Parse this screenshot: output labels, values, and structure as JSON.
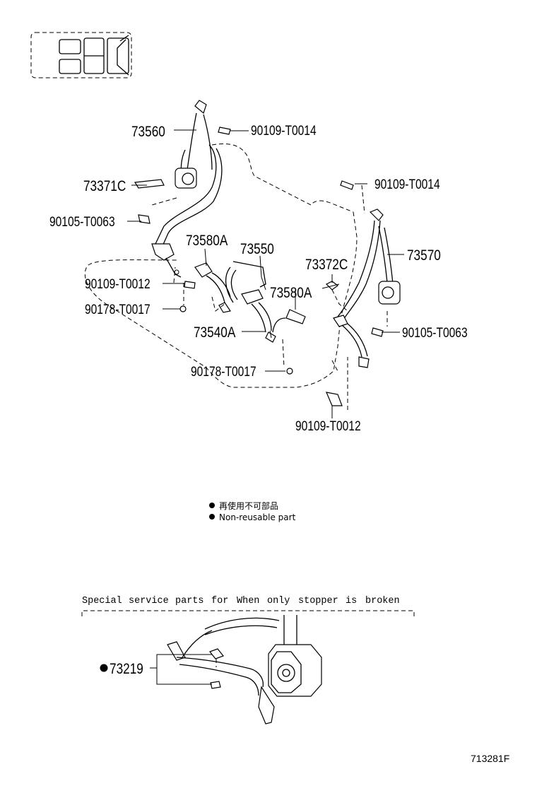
{
  "parts": {
    "p73560": "73560",
    "p90109_top": "90109-T0014",
    "p73371c": "73371C",
    "p90105_left": "90105-T0063",
    "p73580a_upper": "73580A",
    "p73550": "73550",
    "p90109_t0012_left": "90109-T0012",
    "p90178_upper": "90178-T0017",
    "p73540a": "73540A",
    "p73580a_lower": "73580A",
    "p90178_lower": "90178-T0017",
    "p90109_right": "90109-T0014",
    "p73570": "73570",
    "p73372c": "73372C",
    "p90105_right": "90105-T0063",
    "p90109_t0012_bottom": "90109-T0012",
    "p73219": "73219"
  },
  "legend": {
    "line_jp": "再使用不可部品",
    "line_en": "Non-reusable part"
  },
  "special_note": {
    "w1": "Special",
    "w2": "service",
    "w3": "parts",
    "w4": "for",
    "w5": "When",
    "w6": "only",
    "w7": "stopper",
    "w8": "is",
    "w9": "broken"
  },
  "figure_id": "713281F"
}
